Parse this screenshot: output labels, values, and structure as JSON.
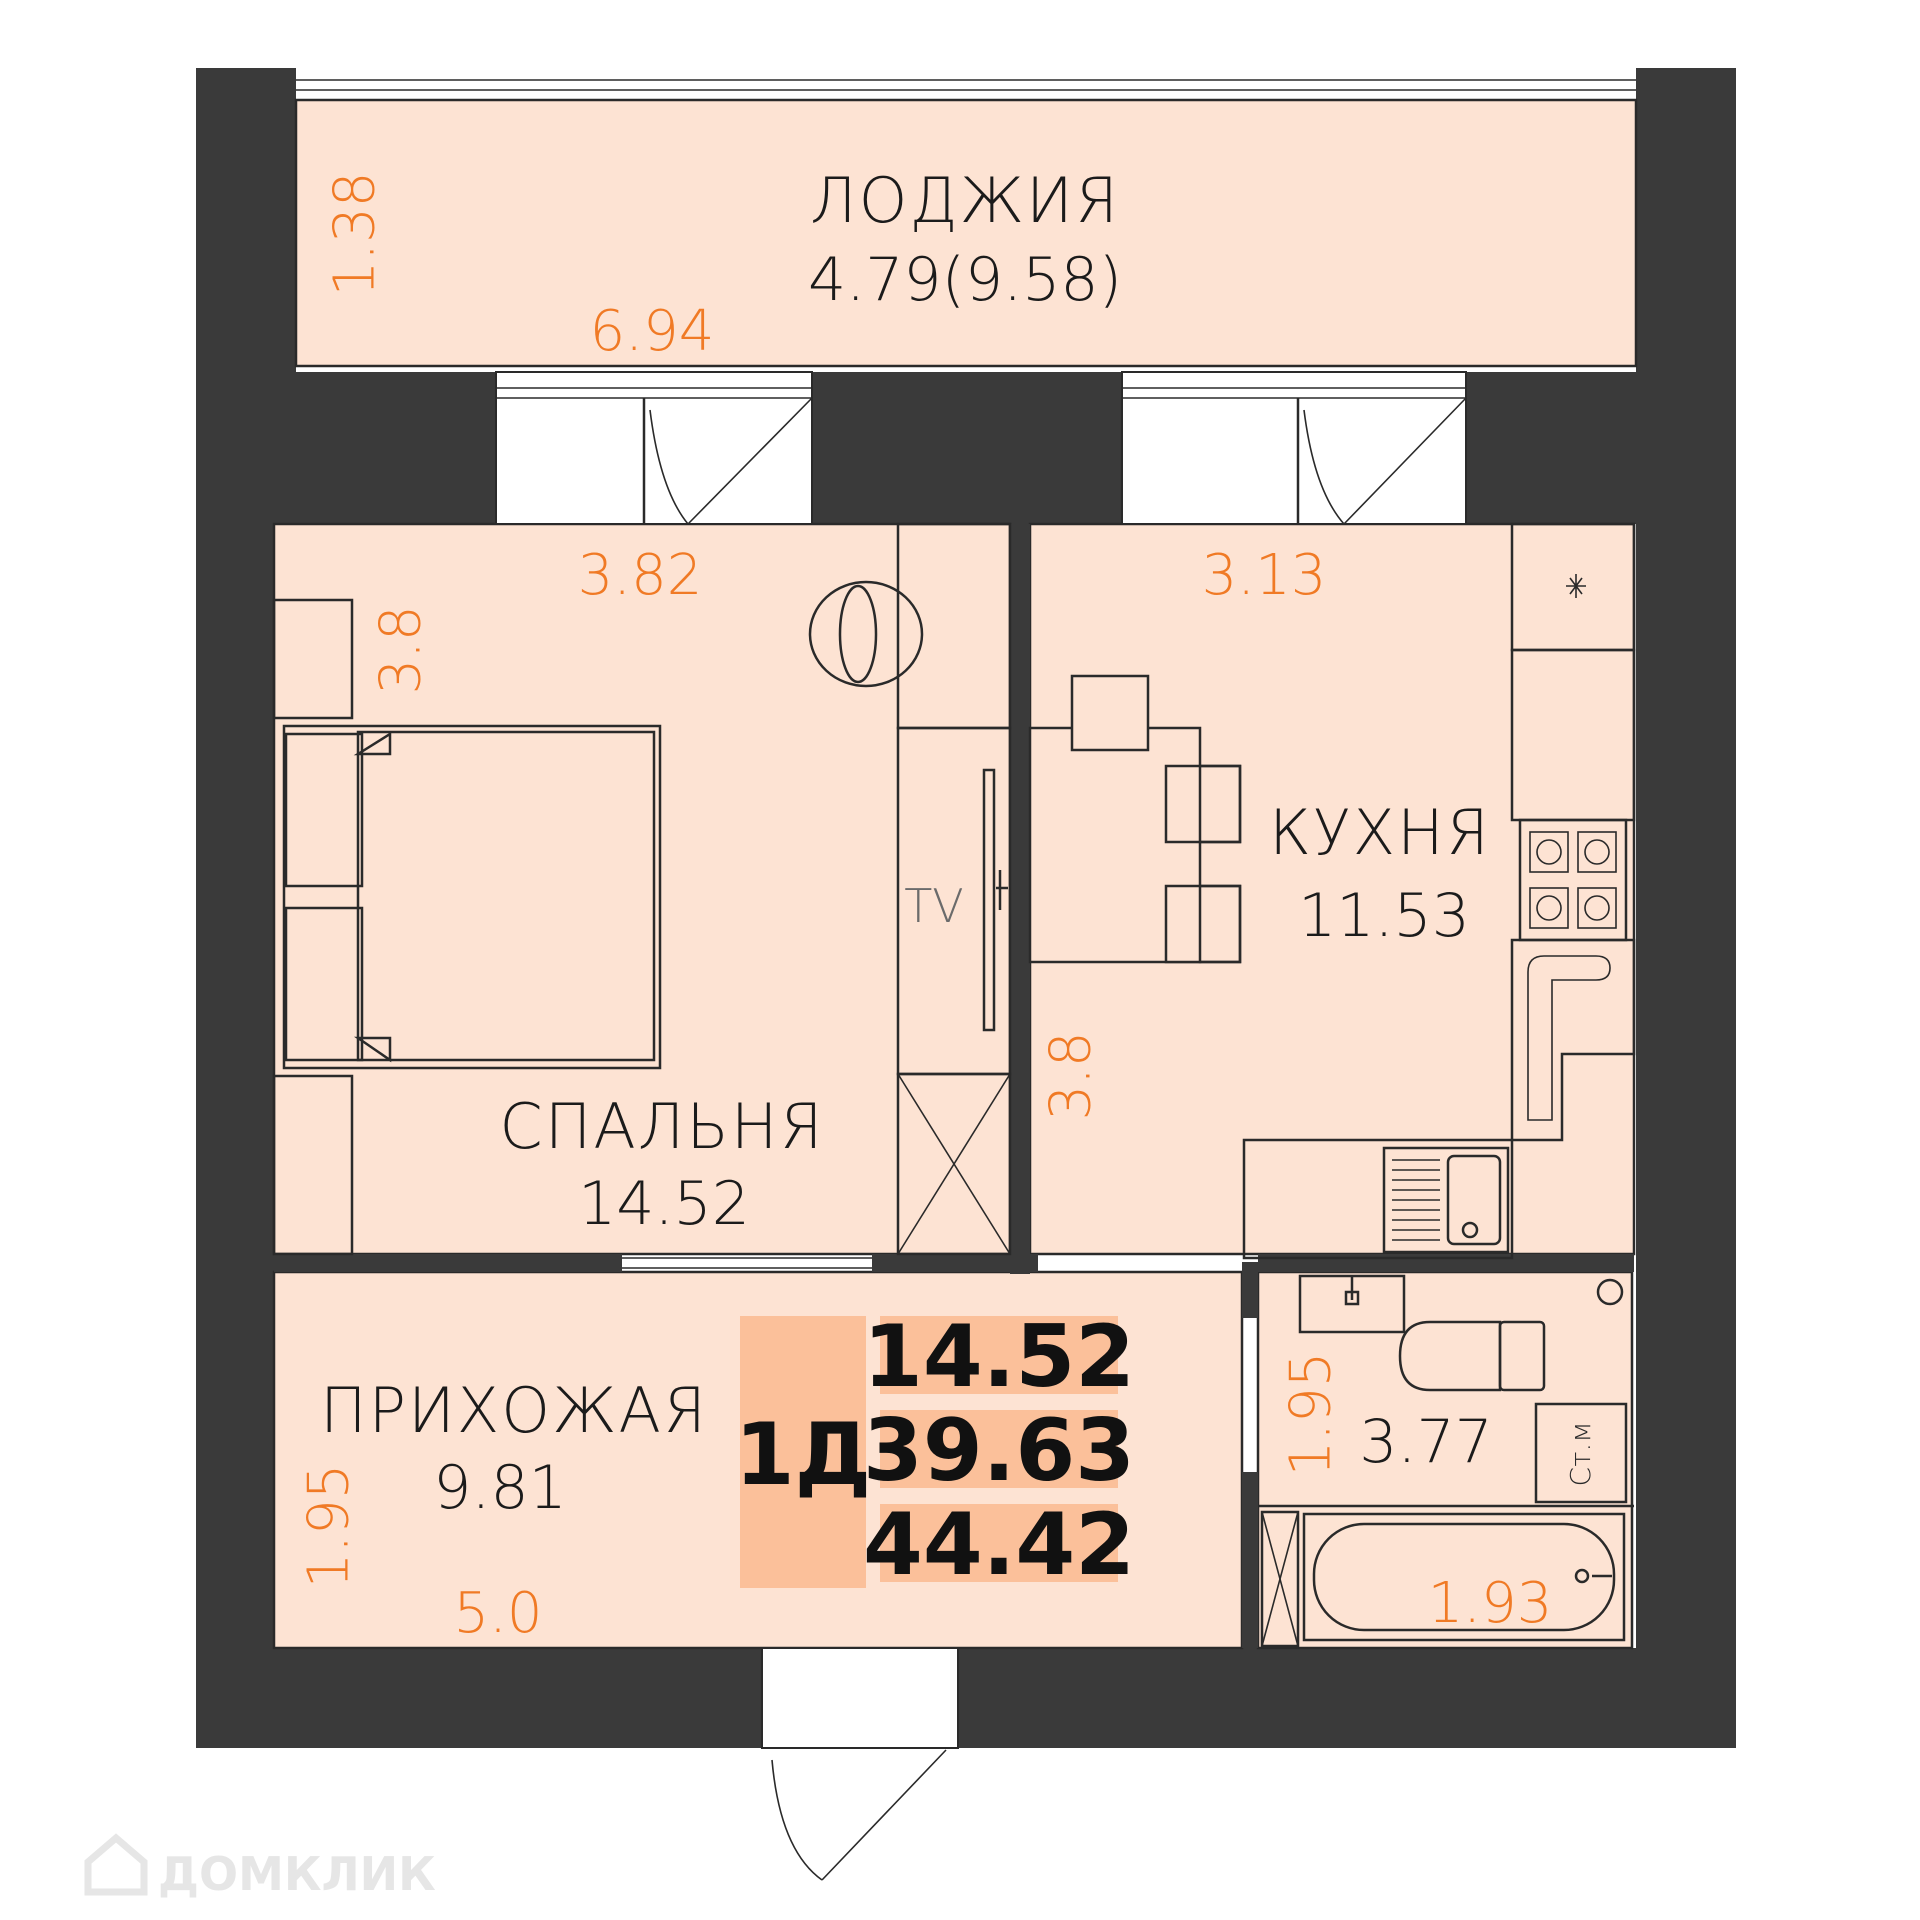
{
  "watermark": "ДОМКЛИК",
  "colors": {
    "wall": "#3a3a3a",
    "floor": "#fde3d3",
    "dimension": "#f07a25",
    "badge": "#fbc09a"
  },
  "icons": [
    "door-swing-icon",
    "bed-icon",
    "chair-icon",
    "tv-icon",
    "stove-icon",
    "sink-icon",
    "toilet-icon",
    "bathtub-icon",
    "washing-machine-icon",
    "home-logo-icon"
  ],
  "loggia": {
    "name": "ЛОДЖИЯ",
    "area": "4.79(9.58)",
    "dim_width": "6.94",
    "dim_depth": "1.38"
  },
  "bedroom": {
    "name": "СПАЛЬНЯ",
    "area": "14.52",
    "dim_width": "3.82",
    "dim_depth": "3.8",
    "tv": "TV"
  },
  "kitchen": {
    "name": "КУХНЯ",
    "area": "11.53",
    "dim_width": "3.13",
    "dim_depth": "3.8"
  },
  "hallway": {
    "name": "ПРИХОЖАЯ",
    "area": "9.81",
    "dim_width": "5.0",
    "dim_depth": "1.95"
  },
  "bathroom": {
    "area": "3.77",
    "dim_width": "1.93",
    "dim_depth": "1.95",
    "washer_label": "Ст.м"
  },
  "summary": {
    "code": "1Д",
    "living_area": "14.52",
    "total_area": "39.63",
    "total_with_loggia": "44.42"
  }
}
